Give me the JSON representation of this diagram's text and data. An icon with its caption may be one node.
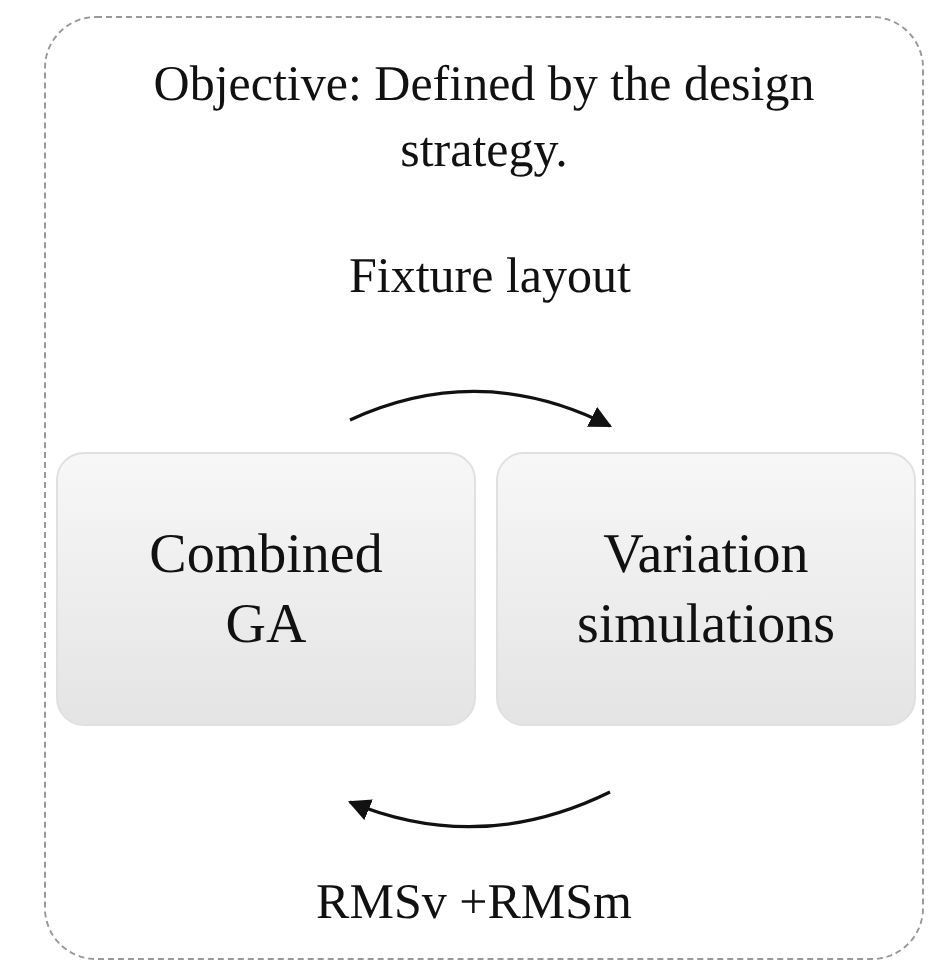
{
  "diagram": {
    "nodes": [
      {
        "text": [
          "Objective: Defined by the design strategy."
        ]
      },
      {
        "text": [
          "Combined GA"
        ],
        "in": 0
      },
      {
        "text": [
          "Variation simulations"
        ],
        "in": 0
      }
    ],
    "edges": [
      {
        "from": 1,
        "to": 2,
        "arrow": "to",
        "label": "Fixture layout"
      },
      {
        "from": 2,
        "to": 1,
        "arrow": "to",
        "label": "RMSv +RMSm"
      }
    ]
  }
}
